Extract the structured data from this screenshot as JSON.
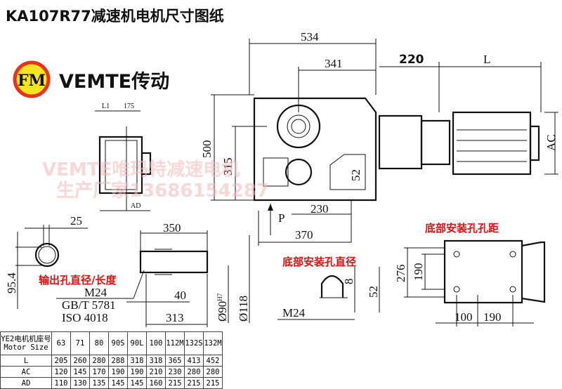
{
  "title": "KA107R77减速机电机尺寸图纸",
  "logo": {
    "mark": "FM",
    "brand": "VEMTE传动",
    "colors": {
      "ring": "#e8321e",
      "fill": "#f5e520"
    }
  },
  "watermark": {
    "line1": "VEMTE唯玛特减速电机",
    "line2": "生产厂家13686154287"
  },
  "side_view": {
    "l1": "L1",
    "d175": "175",
    "ad": "AD"
  },
  "main_view": {
    "d534": "534",
    "d341": "341",
    "d220": "220",
    "L": "L",
    "AC": "AC",
    "d500": "500",
    "d315": "315",
    "d52": "52",
    "P": "P",
    "d230": "230",
    "d370": "370"
  },
  "output_bore": {
    "label": "输出孔直径/长度",
    "d25": "25",
    "d95_4": "95.4",
    "d350": "350",
    "d40": "40",
    "d313": "313",
    "dia90": "Ø90",
    "dia90_tol": "H7",
    "dia118": "Ø118",
    "bolt": "M24",
    "std1": "GB/T 5781",
    "std2": "ISO 4018"
  },
  "mount_hole": {
    "label": "底部安装孔直径",
    "d8": "8",
    "d52": "52",
    "bolt": "M24"
  },
  "mount_spacing": {
    "label": "底部安装孔孔距",
    "d276": "276",
    "d190v": "190",
    "d100": "100",
    "d190h": "190"
  },
  "table": {
    "header_cn": "YE2电机机座号",
    "header_en": "Motor Size",
    "sizes": [
      "63",
      "71",
      "80",
      "90S",
      "90L",
      "100",
      "112M",
      "132S",
      "132M"
    ],
    "rows": [
      {
        "label": "L",
        "values": [
          "205",
          "260",
          "280",
          "288",
          "318",
          "318",
          "365",
          "413",
          "452"
        ]
      },
      {
        "label": "AC",
        "values": [
          "120",
          "145",
          "170",
          "190",
          "190",
          "210",
          "230",
          "280",
          "280"
        ]
      },
      {
        "label": "AD",
        "values": [
          "110",
          "130",
          "135",
          "145",
          "145",
          "160",
          "215",
          "215",
          "215"
        ]
      }
    ]
  }
}
